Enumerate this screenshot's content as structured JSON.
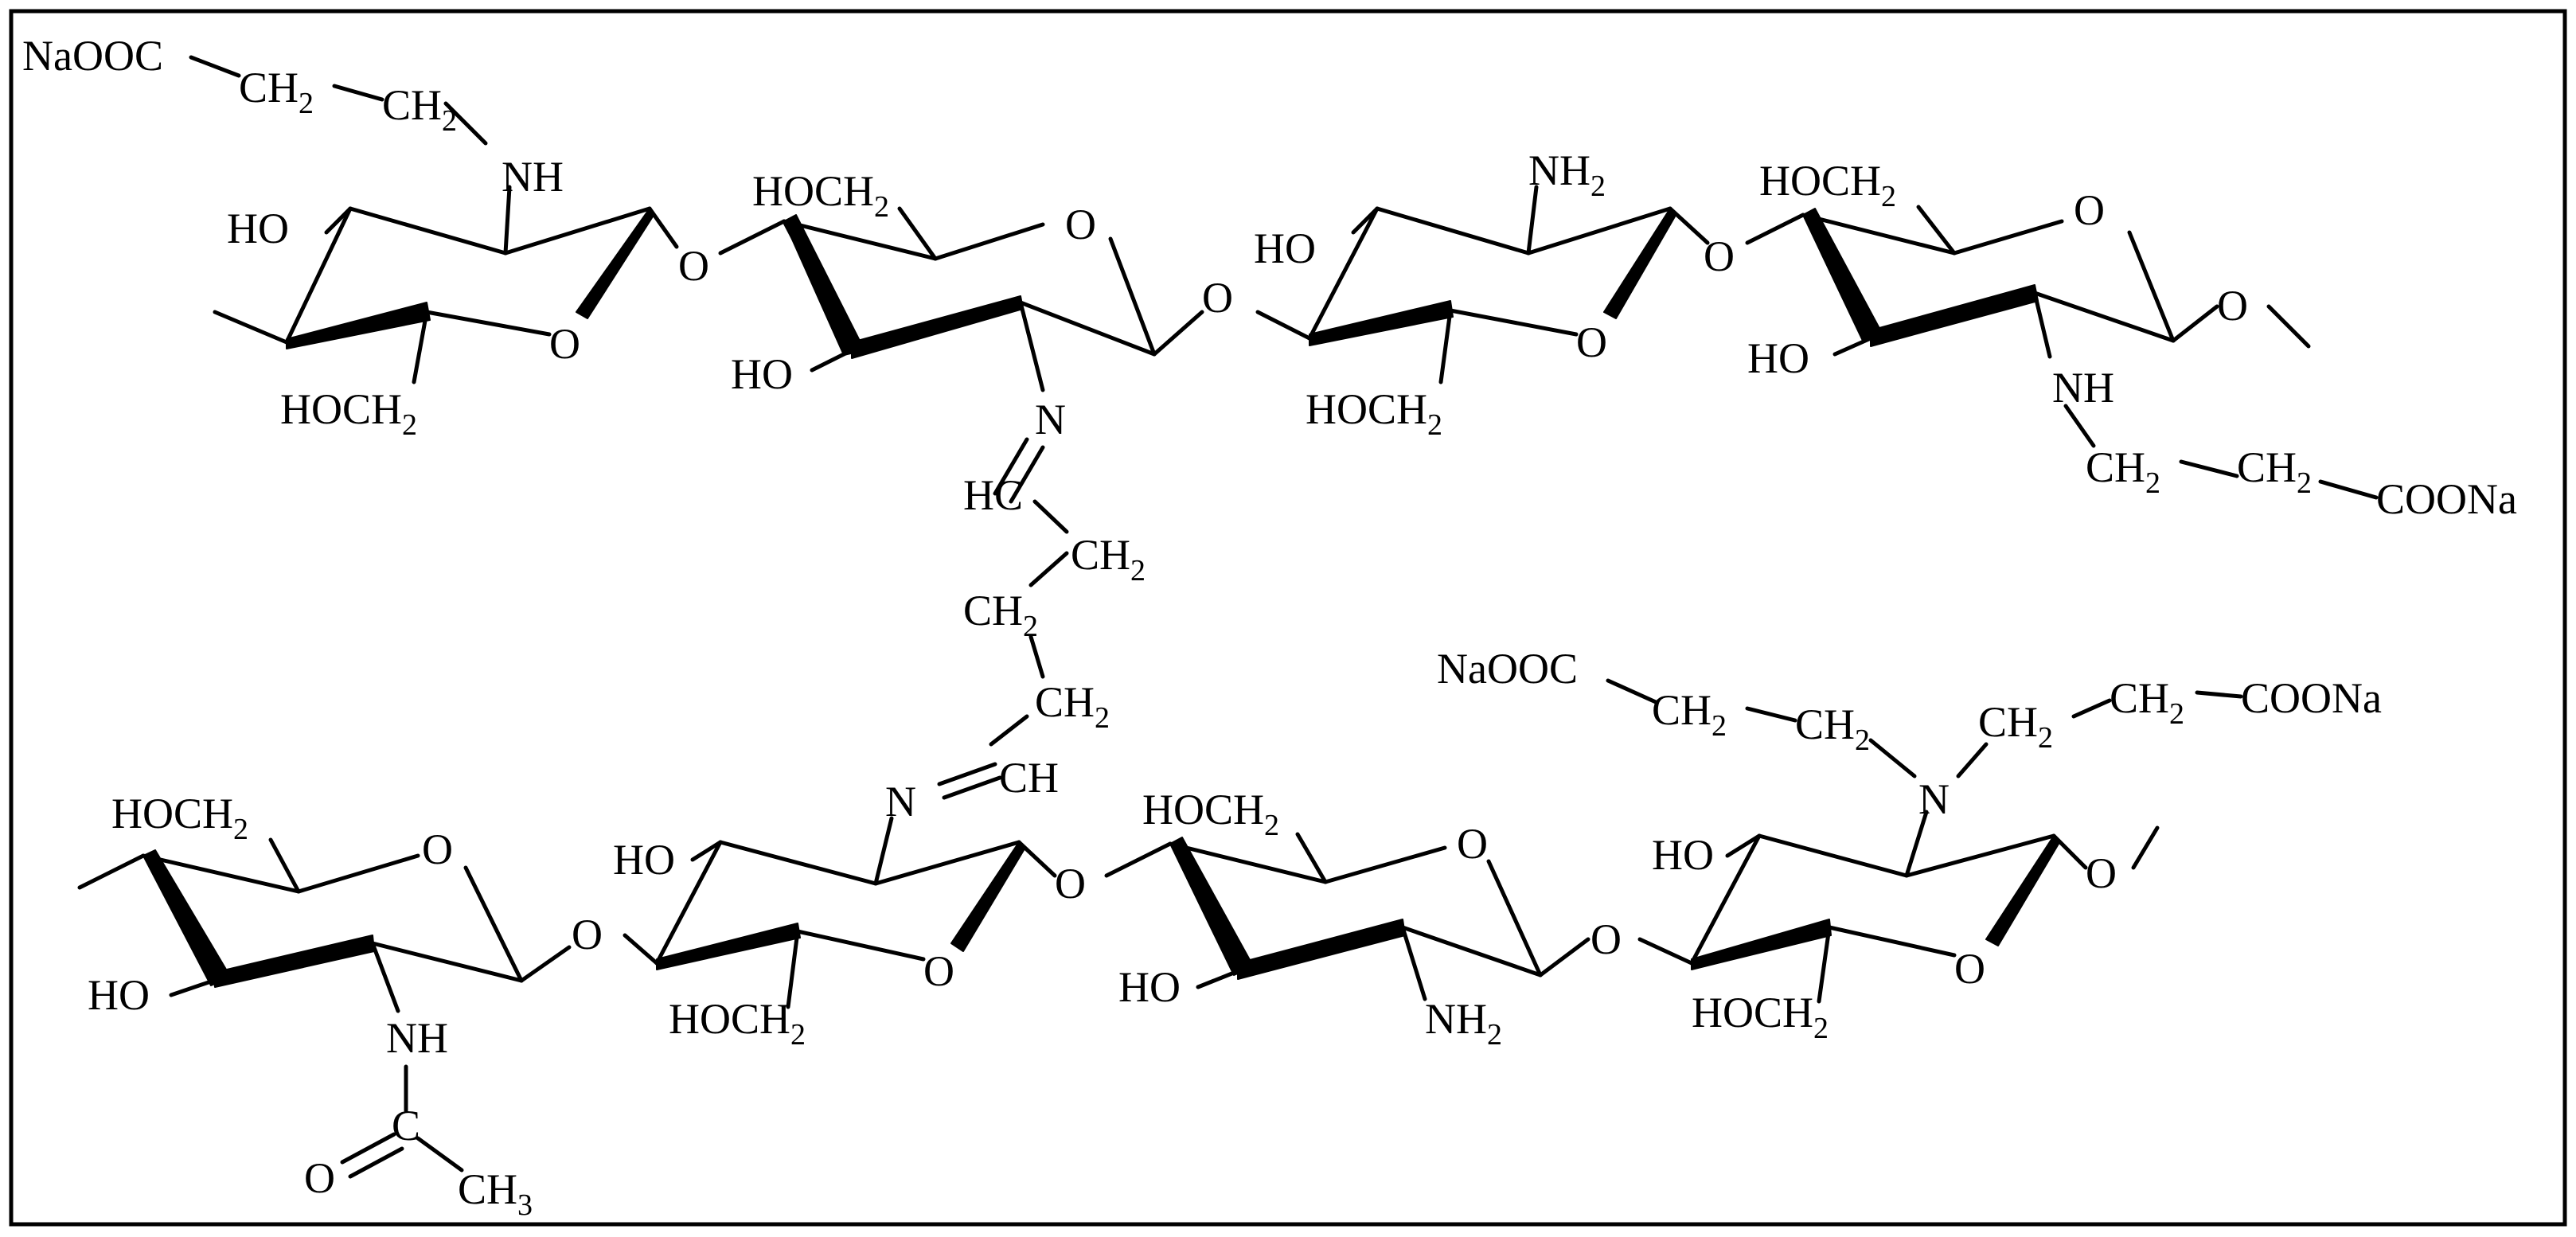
{
  "molecule": {
    "substituents": {
      "naooc_top_left": {
        "a": "NaOOC",
        "b": "",
        "c": "",
        "d": ""
      },
      "ch2_a": {
        "a": "CH",
        "b": "2",
        "c": "",
        "d": ""
      },
      "ch2_b": {
        "a": "CH",
        "b": "2",
        "c": "",
        "d": ""
      },
      "nh_1": {
        "a": "NH",
        "b": "",
        "c": "",
        "d": ""
      },
      "ho_1": {
        "a": "HO",
        "b": "",
        "c": "",
        "d": ""
      },
      "o_ring_1": {
        "a": "O",
        "b": "",
        "c": "",
        "d": ""
      },
      "hoch2_1": {
        "a": "HOCH",
        "b": "2",
        "c": "",
        "d": ""
      },
      "o_link_1": {
        "a": "O",
        "b": "",
        "c": "",
        "d": ""
      },
      "hoch2_2": {
        "a": "HOCH",
        "b": "2",
        "c": "",
        "d": ""
      },
      "o_ring_2": {
        "a": "O",
        "b": "",
        "c": "",
        "d": ""
      },
      "ho_2": {
        "a": "HO",
        "b": "",
        "c": "",
        "d": ""
      },
      "n_imine_1": {
        "a": "N",
        "b": "",
        "c": "",
        "d": ""
      },
      "o_link_2": {
        "a": "O",
        "b": "",
        "c": "",
        "d": ""
      },
      "nh2_1": {
        "a": "NH",
        "b": "2",
        "c": "",
        "d": ""
      },
      "ho_3": {
        "a": "HO",
        "b": "",
        "c": "",
        "d": ""
      },
      "o_ring_3": {
        "a": "O",
        "b": "",
        "c": "",
        "d": ""
      },
      "hoch2_3": {
        "a": "HOCH",
        "b": "2",
        "c": "",
        "d": ""
      },
      "o_link_3": {
        "a": "O",
        "b": "",
        "c": "",
        "d": ""
      },
      "hoch2_4": {
        "a": "HOCH",
        "b": "2",
        "c": "",
        "d": ""
      },
      "o_ring_4": {
        "a": "O",
        "b": "",
        "c": "",
        "d": ""
      },
      "ho_4": {
        "a": "HO",
        "b": "",
        "c": "",
        "d": ""
      },
      "o_end_1": {
        "a": "O",
        "b": "",
        "c": "",
        "d": ""
      },
      "nh_2": {
        "a": "NH",
        "b": "",
        "c": "",
        "d": ""
      },
      "ch2_c": {
        "a": "CH",
        "b": "2",
        "c": "",
        "d": ""
      },
      "ch2_d": {
        "a": "CH",
        "b": "2",
        "c": "",
        "d": ""
      },
      "coona_1": {
        "a": "COONa",
        "b": "",
        "c": "",
        "d": ""
      },
      "hc_1": {
        "a": "HC",
        "b": "",
        "c": "",
        "d": ""
      },
      "ch2_e": {
        "a": "CH",
        "b": "2",
        "c": "",
        "d": ""
      },
      "ch2_f": {
        "a": "CH",
        "b": "2",
        "c": "",
        "d": ""
      },
      "ch2_g": {
        "a": "CH",
        "b": "2",
        "c": "",
        "d": ""
      },
      "n_imine_2": {
        "a": "N",
        "b": "",
        "c": "",
        "d": ""
      },
      "ch_1": {
        "a": "CH",
        "b": "",
        "c": "",
        "d": ""
      },
      "naooc_mid": {
        "a": "NaOOC",
        "b": "",
        "c": "",
        "d": ""
      },
      "ch2_h": {
        "a": "CH",
        "b": "2",
        "c": "",
        "d": ""
      },
      "ch2_i": {
        "a": "CH",
        "b": "2",
        "c": "",
        "d": ""
      },
      "ch2_j": {
        "a": "CH",
        "b": "2",
        "c": "",
        "d": ""
      },
      "ch2_k": {
        "a": "CH",
        "b": "2",
        "c": "",
        "d": ""
      },
      "coona_2": {
        "a": "COONa",
        "b": "",
        "c": "",
        "d": ""
      },
      "n_tert": {
        "a": "N",
        "b": "",
        "c": "",
        "d": ""
      },
      "hoch2_5": {
        "a": "HOCH",
        "b": "2",
        "c": "",
        "d": ""
      },
      "o_ring_5": {
        "a": "O",
        "b": "",
        "c": "",
        "d": ""
      },
      "ho_5": {
        "a": "HO",
        "b": "",
        "c": "",
        "d": ""
      },
      "o_link_4": {
        "a": "O",
        "b": "",
        "c": "",
        "d": ""
      },
      "nh_3": {
        "a": "NH",
        "b": "",
        "c": "",
        "d": ""
      },
      "o_carbonyl": {
        "a": "O",
        "b": "",
        "c": "",
        "d": ""
      },
      "c_carbonyl": {
        "a": "C",
        "b": "",
        "c": "",
        "d": ""
      },
      "ch3_1": {
        "a": "CH",
        "b": "3",
        "c": "",
        "d": ""
      },
      "ho_6": {
        "a": "HO",
        "b": "",
        "c": "",
        "d": ""
      },
      "o_ring_6": {
        "a": "O",
        "b": "",
        "c": "",
        "d": ""
      },
      "hoch2_6": {
        "a": "HOCH",
        "b": "2",
        "c": "",
        "d": ""
      },
      "o_link_5": {
        "a": "O",
        "b": "",
        "c": "",
        "d": ""
      },
      "hoch2_7": {
        "a": "HOCH",
        "b": "2",
        "c": "",
        "d": ""
      },
      "o_ring_7": {
        "a": "O",
        "b": "",
        "c": "",
        "d": ""
      },
      "ho_7": {
        "a": "HO",
        "b": "",
        "c": "",
        "d": ""
      },
      "nh2_2": {
        "a": "NH",
        "b": "2",
        "c": "",
        "d": ""
      },
      "o_link_6": {
        "a": "O",
        "b": "",
        "c": "",
        "d": ""
      },
      "ho_8": {
        "a": "HO",
        "b": "",
        "c": "",
        "d": ""
      },
      "o_ring_8": {
        "a": "O",
        "b": "",
        "c": "",
        "d": ""
      },
      "hoch2_8": {
        "a": "HOCH",
        "b": "2",
        "c": "",
        "d": ""
      },
      "o_end_2": {
        "a": "O",
        "b": "",
        "c": "",
        "d": ""
      }
    }
  }
}
